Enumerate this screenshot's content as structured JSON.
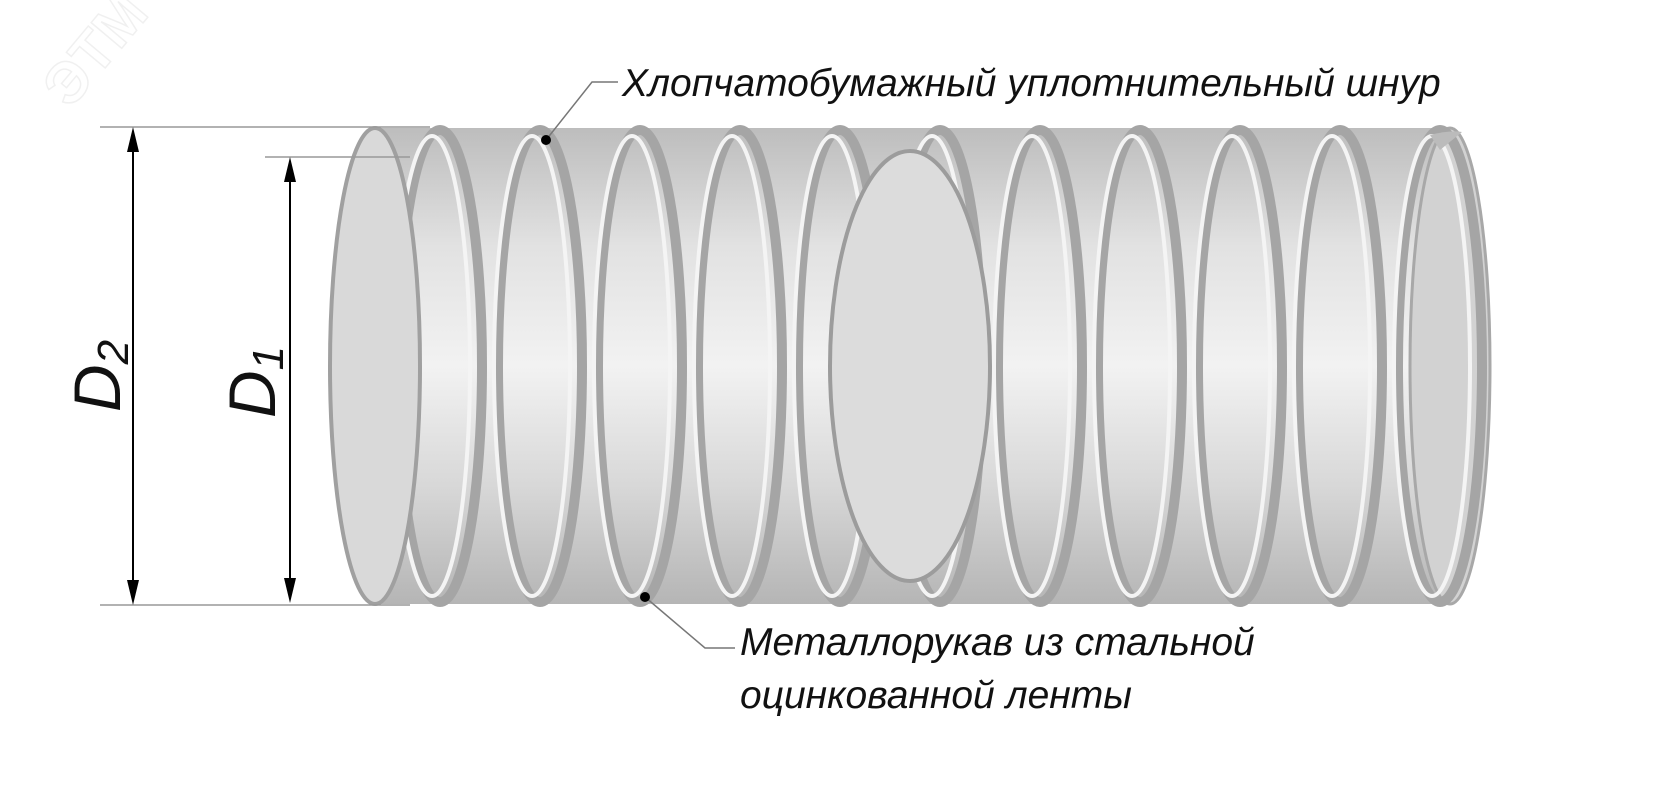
{
  "labels": {
    "cord": "Хлопчатобумажный уплотнительный шнур",
    "hose_line1": "Металлорукав из стальной",
    "hose_line2": "оцинкованной ленты",
    "outer_diameter": "D2",
    "inner_diameter": "D1"
  },
  "watermark": "ЭТМ",
  "colors": {
    "metal_light": "#e6e6e6",
    "metal_mid": "#c8c8c8",
    "metal_dark": "#9a9a9a",
    "line": "#000000"
  }
}
